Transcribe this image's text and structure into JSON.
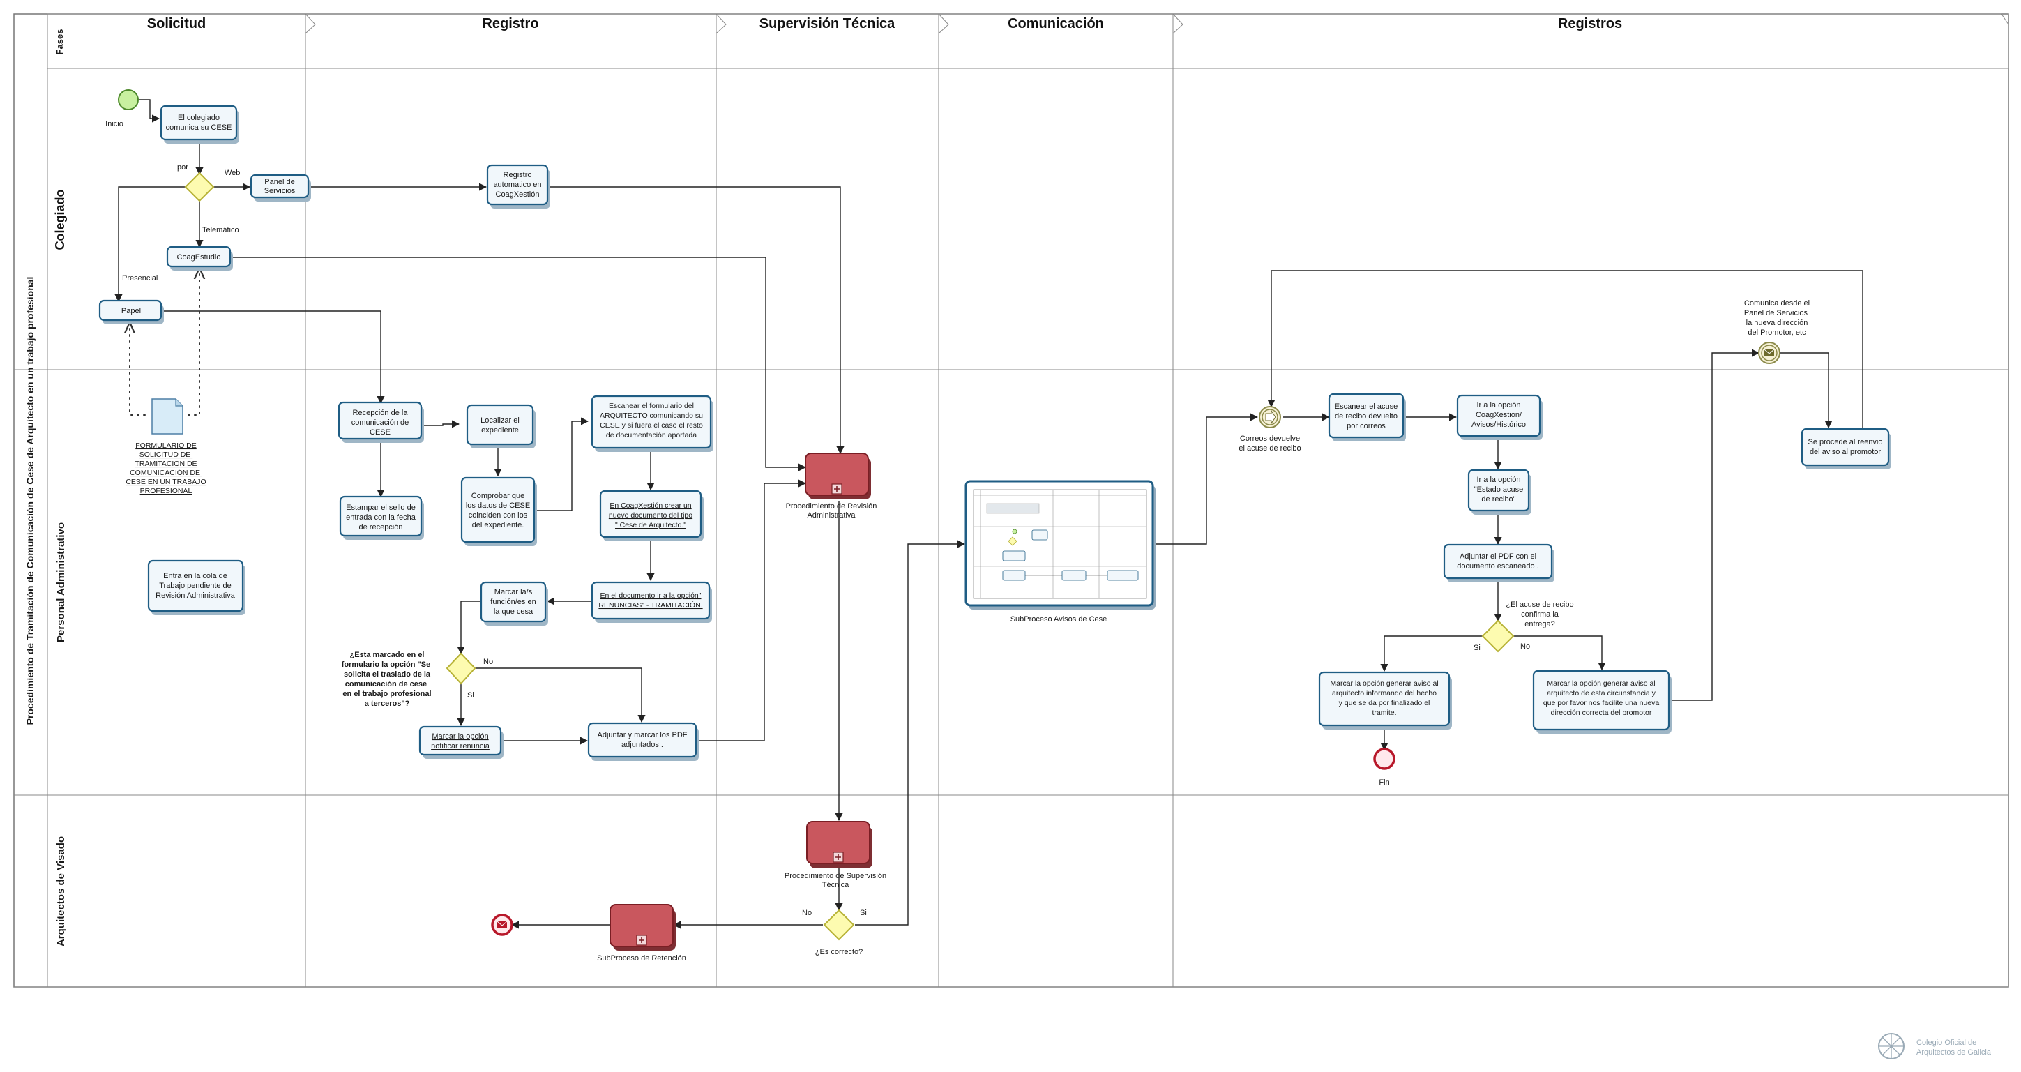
{
  "diagram": {
    "title": "Procedimiento de Tramitación de Comunicación de  Cese de Arquitecto en un trabajo profesional",
    "phases_header": "Fases",
    "phases": [
      "Solicitud",
      "Registro",
      "Supervisión Técnica",
      "Comunicación",
      "Registros"
    ],
    "lanes": [
      "Colegiado",
      "Personal Administrativo",
      "Arquitectos de Visado"
    ],
    "events": {
      "start": "Inicio",
      "end": "Fin",
      "correos": "Correos devuelve el acuse de recibo",
      "comunica": "Comunica desde el Panel de Servicios la nueva dirección del Promotor, etc"
    },
    "tasks": {
      "colegiado_comunica": "El colegiado comunica su CESE",
      "panel_servicios": "Panel de Servicios",
      "registro_automatico": "Registro automatico en CoagXestión",
      "coagestudio": "CoagEstudio",
      "papel": "Papel",
      "recepcion": "Recepción de la comunicación  de CESE",
      "estampar": "Estampar el sello de entrada con la fecha de recepción",
      "localizar": "Localizar el expediente",
      "comprobar": "Comprobar que los datos de CESE coinciden con los del expediente.",
      "escanear_form": "Escanear el formulario  del ARQUITECTO comunicando su CESE y si fuera el caso el resto de documentación aportada",
      "en_coagxestion": "En CoagXestión crear un nuevo documento del tipo \" Cese de  Arquitecto.\"",
      "en_documento": "En el documento ir a la opción\" RENUNCIAS\" - TRAMITACIÓN.",
      "marcar_funciones": "Marcar la/s función/es en la que cesa",
      "marcar_renuncia": "Marcar la opción notificar renuncia",
      "adjuntar_pdf": "Adjuntar y marcar los PDF adjuntados .",
      "cola": "Entra en la cola  de Trabajo pendiente de Revisión Administrativa",
      "escanear_acuse": "Escanear el acuse de recibo devuelto por correos",
      "ir_opcion": "Ir a la opción CoagXestión/ Avisos/Histórico",
      "ir_estado": "Ir a la opción \"Estado acuse de recibo\"",
      "adjuntar_acuse": "Adjuntar  el PDF con el documento escaneado .",
      "marcar_aviso_fin": "Marcar la opción generar aviso al arquitecto informando del hecho y que se da por finalizado el tramite.",
      "marcar_aviso_promotor": "Marcar la opción generar aviso al arquitecto de esta circunstancia y que por favor nos facilite una nueva dirección correcta del promotor",
      "reenvio": "Se procede al reenvio del aviso al promotor"
    },
    "gateways": {
      "por": "por",
      "web": "Web",
      "telematico": "Telemático",
      "presencial": "Presencial",
      "pregunta_terceros": "¿Esta marcado en el formulario la opción \"Se solicita el traslado de la comunicación de cese en el trabajo profesional a terceros\"?",
      "no": "No",
      "si": "Si",
      "pregunta_acuse": "¿El acuse de recibo confirma la entrega?",
      "correcto": "¿Es correcto?"
    },
    "documents": {
      "formulario": "FORMULARIO DE SOLICITUD DE TRAMITACION DE COMUNICACIÓN DE CESE EN UN TRABAJO PROFESIONAL"
    },
    "subprocesses": {
      "revision": "Procedimiento de Revisión Administrativa",
      "supervision": "Procedimiento de Supervisión Técnica",
      "retencion": "SubProceso de Retención",
      "avisos": "SubProceso Avisos de Cese"
    },
    "logo": "Colegio Oficial de Arquitectos de Galicia"
  },
  "colors": {
    "task_border": "#1f5d84",
    "task_fill": "#f1f7fb",
    "gateway_fill": "#fdfbb0",
    "gateway_border": "#b7b236",
    "subprocess_fill": "#c9575e",
    "start_fill": "#c8f0a0",
    "end_stroke": "#b8182a"
  }
}
